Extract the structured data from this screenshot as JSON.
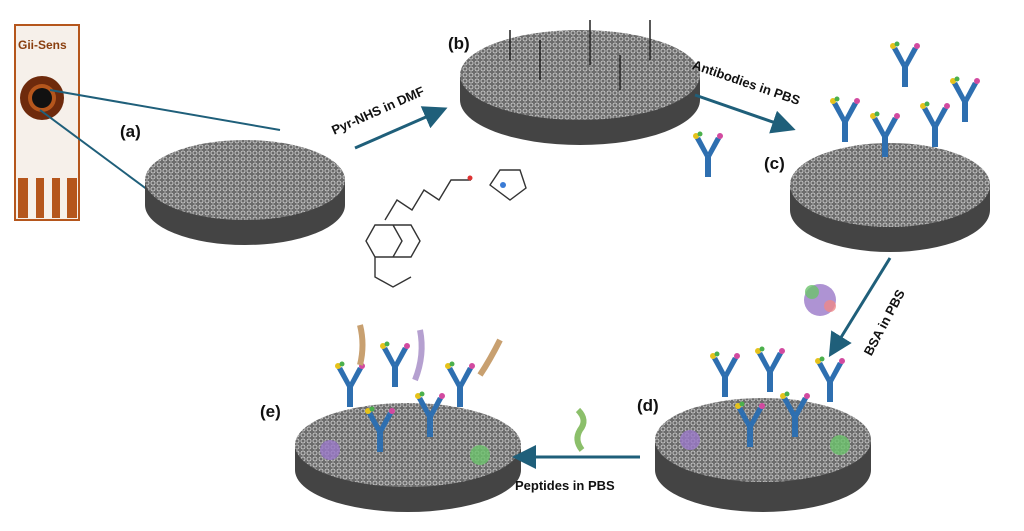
{
  "sensor": {
    "brand": "Gii-Sens"
  },
  "panels": [
    {
      "id": "a",
      "label": "(a)"
    },
    {
      "id": "b",
      "label": "(b)"
    },
    {
      "id": "c",
      "label": "(c)"
    },
    {
      "id": "d",
      "label": "(d)"
    },
    {
      "id": "e",
      "label": "(e)"
    }
  ],
  "steps": [
    {
      "label": "Pyr-NHS in DMF"
    },
    {
      "label": "Antibodies in PBS"
    },
    {
      "label": "BSA in PBS"
    },
    {
      "label": "Peptides in PBS"
    }
  ],
  "colors": {
    "arrow": "#1f5f7a",
    "copper": "#b5561c",
    "graphene": "#5a5a5a",
    "antibody": "#2e6fb0"
  }
}
